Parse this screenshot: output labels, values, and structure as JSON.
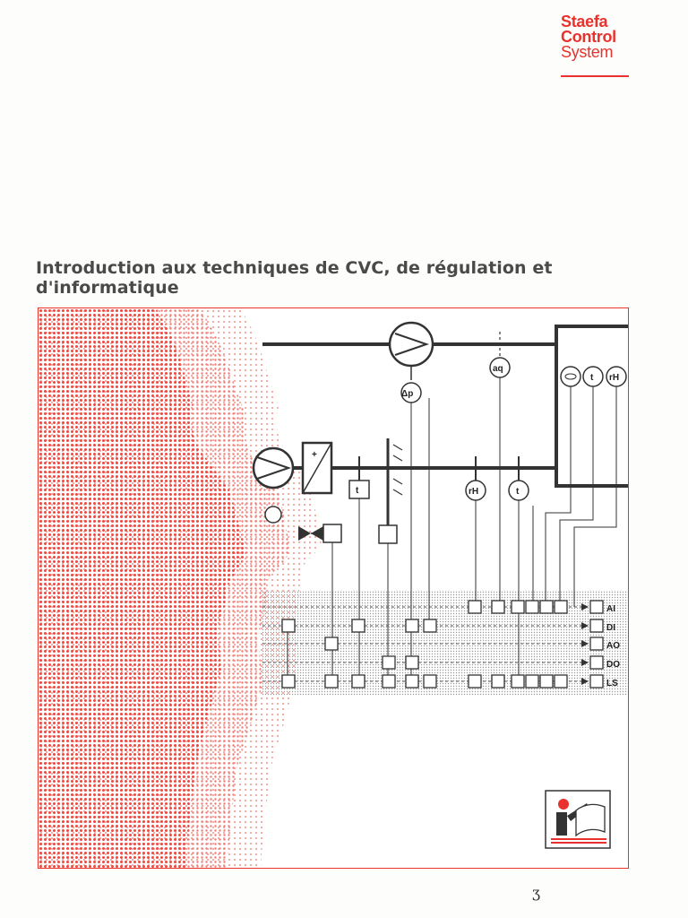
{
  "brand": {
    "line1": "Staefa",
    "line2": "Control",
    "line3": "System"
  },
  "title": "Introduction aux techniques de CVC, de régulation et d'informatique",
  "diagram": {
    "signal_labels": [
      "AI",
      "DI",
      "AO",
      "DO",
      "LS"
    ],
    "instrument_labels": {
      "pressure": "Δp",
      "air_quality": "aq",
      "temp_room": "t",
      "humidity_room": "rH",
      "humidity_duct": "rH",
      "temp_duct": "t",
      "temp_box": "t"
    }
  },
  "colors": {
    "accent": "#e8322d",
    "text": "#4a4a4a",
    "line": "#333333"
  },
  "icons": {
    "emblem": "person-pointing-book-icon",
    "faces": "face-profile-halftone-icon"
  },
  "page_mark": "ʒ"
}
